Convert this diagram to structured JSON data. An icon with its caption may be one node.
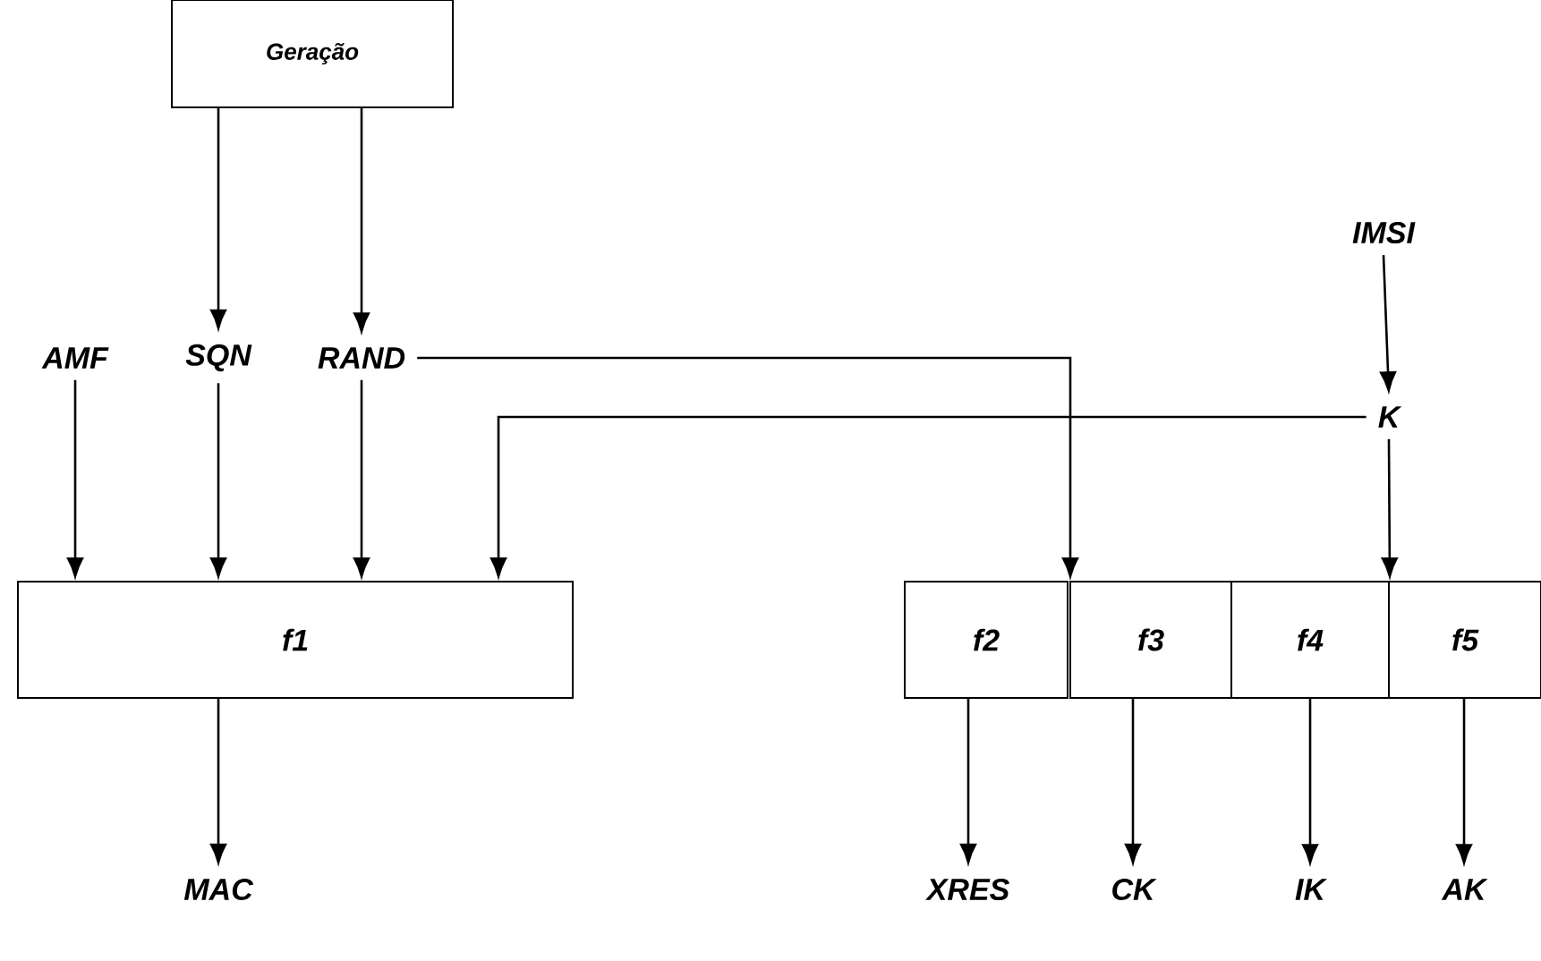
{
  "diagram": {
    "nodes": [
      {
        "text": [
          "Geração"
        ]
      },
      {
        "text": [
          "IMSI"
        ]
      },
      {
        "text": [
          "AMF"
        ]
      },
      {
        "text": [
          "SQN"
        ]
      },
      {
        "text": [
          "RAND"
        ]
      },
      {
        "text": [
          "K"
        ]
      },
      {
        "text": [
          "f1"
        ]
      },
      {
        "text": [
          "f2"
        ]
      },
      {
        "text": [
          "f3"
        ]
      },
      {
        "text": [
          "f4"
        ]
      },
      {
        "text": [
          "f5"
        ]
      },
      {
        "text": [
          "MAC"
        ]
      },
      {
        "text": [
          "XRES"
        ]
      },
      {
        "text": [
          "CK"
        ]
      },
      {
        "text": [
          "IK"
        ]
      },
      {
        "text": [
          "AK"
        ]
      }
    ],
    "edges": [
      {
        "from": 0,
        "to": 3,
        "arrow": "to"
      },
      {
        "from": 0,
        "to": 4,
        "arrow": "to"
      },
      {
        "from": 1,
        "to": 5,
        "arrow": "to"
      },
      {
        "from": 2,
        "to": 6,
        "arrow": "to"
      },
      {
        "from": 3,
        "to": 6,
        "arrow": "to"
      },
      {
        "from": 4,
        "to": 6,
        "arrow": "to"
      },
      {
        "from": 5,
        "to": 6,
        "arrow": "to"
      },
      {
        "from": 4,
        "to": 7,
        "arrow": "to"
      },
      {
        "from": 5,
        "to": 9,
        "arrow": "to"
      },
      {
        "from": 6,
        "to": 11,
        "arrow": "to"
      },
      {
        "from": 7,
        "to": 12,
        "arrow": "to"
      },
      {
        "from": 8,
        "to": 13,
        "arrow": "to"
      },
      {
        "from": 9,
        "to": 14,
        "arrow": "to"
      },
      {
        "from": 10,
        "to": 15,
        "arrow": "to"
      }
    ]
  }
}
